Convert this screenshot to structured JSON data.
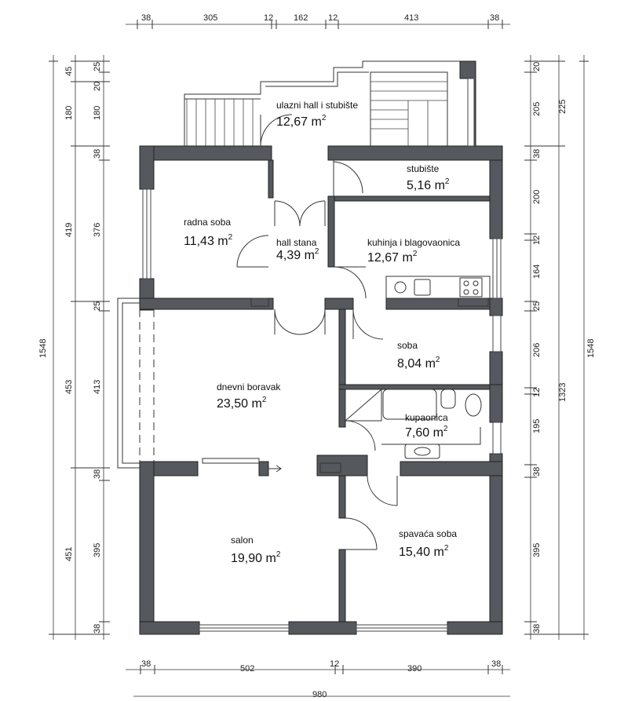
{
  "dimensions": {
    "top": [
      "38",
      "305",
      "12",
      "162",
      "12",
      "413",
      "38"
    ],
    "bottom": [
      "38",
      "502",
      "12",
      "390",
      "38"
    ],
    "bottom_total": "980",
    "left_outer": [
      "45",
      "180",
      "419",
      "453",
      "451"
    ],
    "left_inner": [
      "25",
      "20",
      "180",
      "38",
      "376",
      "25",
      "413",
      "38",
      "395",
      "38"
    ],
    "left_total": "1548",
    "right_inner": [
      "20",
      "205",
      "38",
      "200",
      "12",
      "164",
      "25",
      "206",
      "12",
      "195",
      "38",
      "395",
      "38"
    ],
    "right_outer": [
      "225",
      "1323"
    ],
    "right_total": "1548"
  },
  "rooms": [
    {
      "name": "ulazni hall i stubište",
      "area": "12,67 m"
    },
    {
      "name": "stubište",
      "area": "5,16 m"
    },
    {
      "name": "radna soba",
      "area": "11,43 m"
    },
    {
      "name": "hall stana",
      "area": "4,39 m"
    },
    {
      "name": "kuhinja i blagovaonica",
      "area": "12,67 m"
    },
    {
      "name": "soba",
      "area": "8,04 m"
    },
    {
      "name": "dnevni boravak",
      "area": "23,50 m"
    },
    {
      "name": "kupaonica",
      "area": "7,60 m"
    },
    {
      "name": "salon",
      "area": "19,90 m"
    },
    {
      "name": "spavaća soba",
      "area": "15,40 m"
    }
  ],
  "area_unit_exponent": "2"
}
